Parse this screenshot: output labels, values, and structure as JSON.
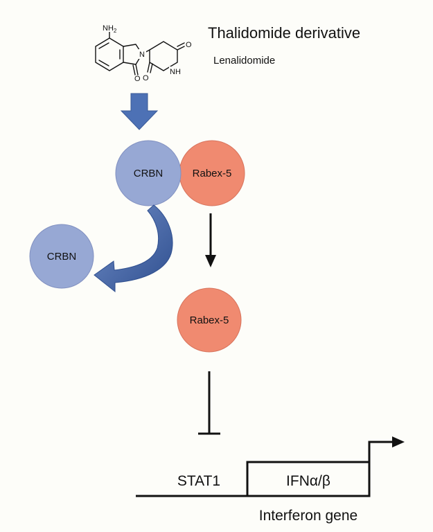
{
  "title": "Thalidomide derivative",
  "drug_name": "Lenalidomide",
  "molecule": {
    "amine_label": "NH",
    "amine_subscript": "2",
    "nitrogen": "N",
    "nh": "NH",
    "oxygen": "O"
  },
  "nodes": {
    "crbn": "CRBN",
    "rabex": "Rabex-5"
  },
  "gene": {
    "stat1": "STAT1",
    "ifn": "IFNα/β",
    "caption": "Interferon gene"
  },
  "colors": {
    "crbn_fill": "#97a8d4",
    "crbn_stroke": "#8190c0",
    "rabex_fill": "#f08a70",
    "rabex_stroke": "#d7735c",
    "block_arrow": "#4d71b5",
    "block_arrow_dark": "#3a5a98",
    "line": "#111111",
    "background": "#fdfdf9"
  }
}
